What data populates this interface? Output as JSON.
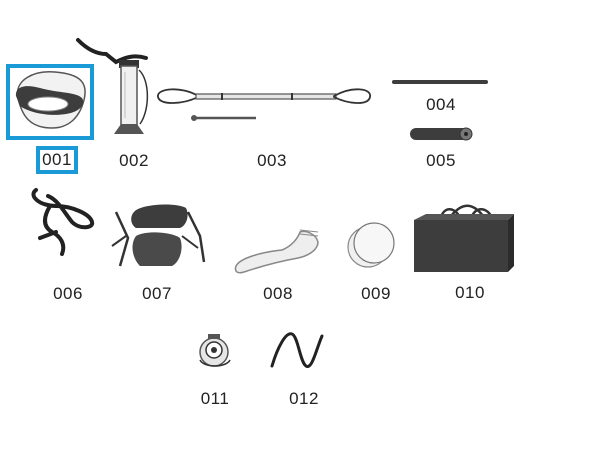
{
  "parts": [
    {
      "id": "001",
      "name": "seat-pad"
    },
    {
      "id": "002",
      "name": "hand-pump"
    },
    {
      "id": "003",
      "name": "bungee-cord"
    },
    {
      "id": "004",
      "name": "rod"
    },
    {
      "id": "005",
      "name": "rolled-mat"
    },
    {
      "id": "006",
      "name": "coiled-strap"
    },
    {
      "id": "007",
      "name": "seat-backrest"
    },
    {
      "id": "008",
      "name": "fin"
    },
    {
      "id": "009",
      "name": "repair-patches"
    },
    {
      "id": "010",
      "name": "carry-bag"
    },
    {
      "id": "011",
      "name": "valve"
    },
    {
      "id": "012",
      "name": "cord"
    }
  ],
  "selected_part": "001",
  "colors": {
    "highlight": "#1a9ad6",
    "ink": "#222222",
    "dark_fill": "#3d3d3d",
    "light_fill": "#e8e8e8"
  }
}
